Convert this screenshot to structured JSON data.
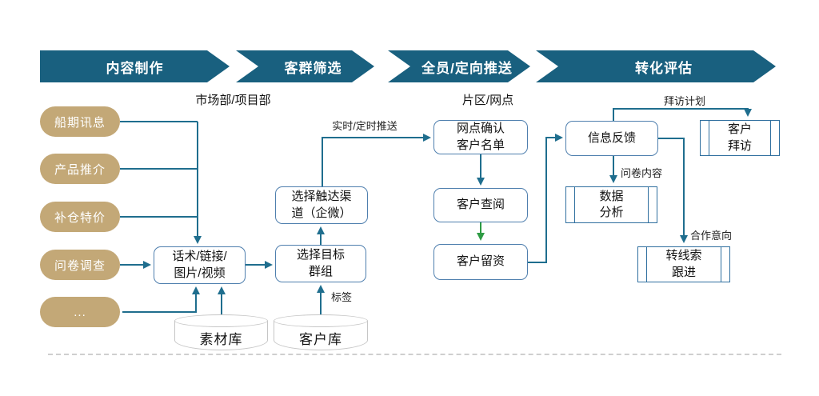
{
  "colors": {
    "band": "#19607f",
    "line": "#1f6e8e",
    "green": "#2e9b44",
    "gold": "#c3a877",
    "box-border": "#4f7fae",
    "proc-border": "#2f6f9f"
  },
  "stages": [
    {
      "label": "内容制作"
    },
    {
      "label": "客群筛选"
    },
    {
      "label": "全员/定向推送"
    },
    {
      "label": "转化评估"
    }
  ],
  "stage_sublabels": {
    "dept": "市场部/项目部",
    "branch": "片区/网点"
  },
  "sources": [
    {
      "label": "船期讯息"
    },
    {
      "label": "产品推介"
    },
    {
      "label": "补仓特价"
    },
    {
      "label": "问卷调查"
    },
    {
      "label": "..."
    }
  ],
  "nodes": {
    "assets": {
      "l1": "话术/链接/",
      "l2": "图片/视频"
    },
    "target_group": {
      "l1": "选择目标",
      "l2": "群组"
    },
    "channel": {
      "l1": "选择触达渠",
      "l2": "道（企微）"
    },
    "branch_confirm": {
      "l1": "网点确认",
      "l2": "客户名单"
    },
    "customer_view": {
      "label": "客户查阅"
    },
    "customer_retain": {
      "label": "客户留资"
    },
    "feedback": {
      "label": "信息反馈"
    },
    "data_analysis": {
      "l1": "数据",
      "l2": "分析"
    },
    "customer_visit": {
      "l1": "客户",
      "l2": "拜访"
    },
    "lead_follow": {
      "l1": "转线索",
      "l2": "跟进"
    }
  },
  "databases": {
    "material": "素材库",
    "customer": "客户库"
  },
  "edge_labels": {
    "push": "实时/定时推送",
    "tag": "标签",
    "visit_plan": "拜访计划",
    "survey": "问卷内容",
    "intent": "合作意向"
  }
}
